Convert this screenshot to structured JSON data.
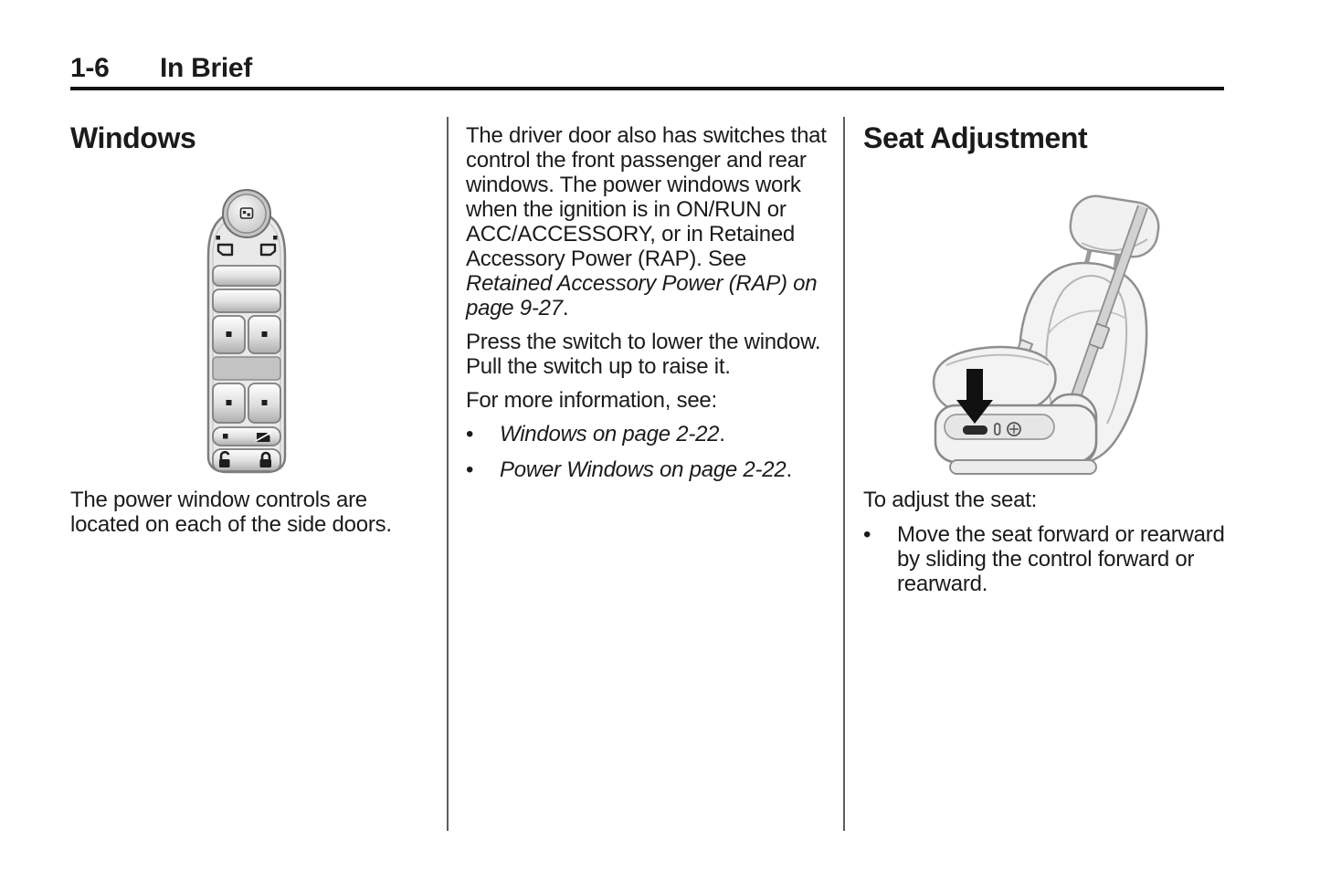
{
  "colors": {
    "text": "#1b1b1b",
    "header_rule": "#111111",
    "column_separator": "#5d5d5d",
    "illustration_outline": "#7d7d7d",
    "illustration_fill": "#ececec",
    "arrow": "#111111"
  },
  "glyphs": {
    "bullet": "•"
  },
  "header": {
    "page_number": "1-6",
    "section": "In Brief"
  },
  "windows_column": {
    "heading": "Windows",
    "caption": "The power window controls are located on each of the side doors.",
    "illustration_alt": "power-window-and-door-lock-switch-panel"
  },
  "info_column": {
    "para1_regular": "The driver door also has switches that control the front passenger and rear windows. The power windows work when the ignition is in ON/RUN or ACC/ACCESSORY, or in Retained Accessory Power (RAP). See ",
    "para1_italic": "Retained Accessory Power (RAP) on page 9-27",
    "para1_period": ".",
    "para2": "Press the switch to lower the window. Pull the switch up to raise it.",
    "para3": "For more information, see:",
    "bullets": [
      {
        "italic": "Windows on page 2-22",
        "period": "."
      },
      {
        "italic": "Power Windows on page 2-22",
        "period": "."
      }
    ]
  },
  "seat_column": {
    "heading": "Seat Adjustment",
    "intro": "To adjust the seat:",
    "bullets": [
      {
        "text": "Move the seat forward or rearward by sliding the control forward or rearward."
      }
    ],
    "illustration_alt": "seat-side-view-with-adjustment-arrow"
  }
}
